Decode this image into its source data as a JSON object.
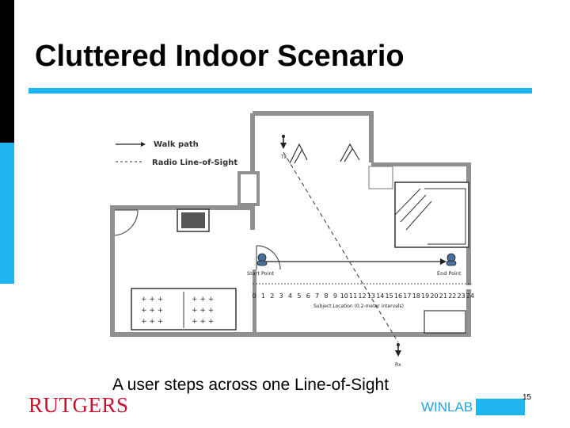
{
  "slide": {
    "title": "Cluttered Indoor Scenario",
    "caption": "A user steps across one Line-of-Sight",
    "number": "15"
  },
  "floorplan": {
    "legend_walk": "Walk path",
    "legend_los": "Radio Line-of-Sight",
    "tx_label": "Tx",
    "rx_label": "Rx",
    "start_label": "Start Point",
    "end_label": "End Point",
    "ruler_numbers": [
      "0",
      "1",
      "2",
      "3",
      "4",
      "5",
      "6",
      "7",
      "8",
      "9",
      "10",
      "11",
      "12",
      "13",
      "14",
      "15",
      "16",
      "17",
      "18",
      "19",
      "20",
      "21",
      "22",
      "23",
      "24"
    ],
    "ruler_caption": "Subject Location (0.2-meter intervals)"
  },
  "logos": {
    "rutgers": "RUTGERS",
    "winlab": "WINLAB"
  },
  "colors": {
    "accent_blue": "#1fb6f0",
    "rutgers_red": "#c8102e"
  }
}
